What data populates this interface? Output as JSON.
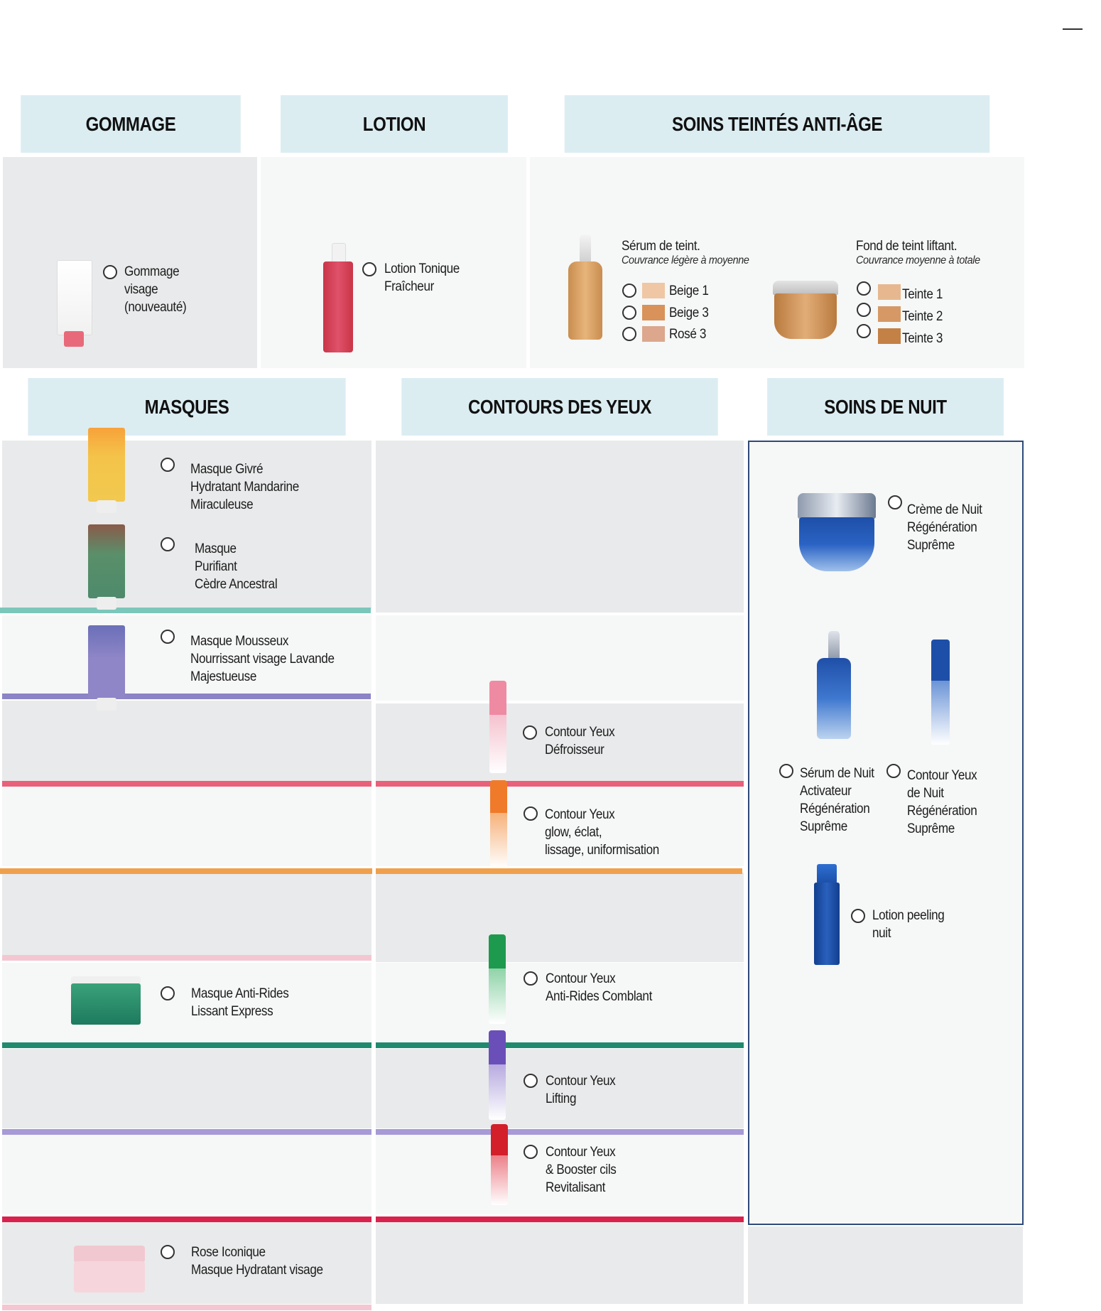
{
  "headers": {
    "gommage": "GOMMAGE",
    "lotion": "LOTION",
    "soins_teintes": "SOINS TEINTÉS ANTI-ÂGE",
    "masques": "MASQUES",
    "contours": "CONTOURS DES YEUX",
    "soins_nuit": "SOINS DE NUIT"
  },
  "gommage": {
    "label": "Gommage\nvisage\n(nouveauté)"
  },
  "lotion": {
    "label": "Lotion Tonique\nFraîcheur"
  },
  "serum_teint": {
    "title": "Sérum de teint.",
    "subtitle": "Couvrance légère à moyenne",
    "shades": [
      {
        "label": "Beige 1",
        "color": "#efc7a4"
      },
      {
        "label": "Beige 3",
        "color": "#d9925a"
      },
      {
        "label": "Rosé 3",
        "color": "#dca78c"
      }
    ]
  },
  "fond_teint": {
    "title": "Fond de teint liftant.",
    "subtitle": "Couvrance moyenne à totale",
    "shades": [
      {
        "label": "Teinte 1",
        "color": "#e7b88f"
      },
      {
        "label": "Teinte 2",
        "color": "#d69965"
      },
      {
        "label": "Teinte 3",
        "color": "#c48145"
      }
    ]
  },
  "masques": [
    {
      "label": "Masque Givré\nHydratant Mandarine\nMiraculeuse"
    },
    {
      "label": "Masque\nPurifiant\nCèdre Ancestral"
    },
    {
      "label": "Masque Mousseux\nNourrissant visage Lavande\nMajestueuse"
    },
    {
      "label": "Masque Anti-Rides\nLissant Express"
    },
    {
      "label": "Rose Iconique\nMasque Hydratant visage"
    }
  ],
  "contours": [
    {
      "label": "Contour Yeux\nDéfroisseur"
    },
    {
      "label": "Contour Yeux\nglow, éclat,\nlissage, uniformisation"
    },
    {
      "label": "Contour Yeux\nAnti-Rides Comblant"
    },
    {
      "label": "Contour Yeux\nLifting"
    },
    {
      "label": "Contour Yeux\n& Booster cils\nRevitalisant"
    }
  ],
  "soins_nuit": [
    {
      "label": "Crème de Nuit\nRégénération\nSuprême"
    },
    {
      "label": "Sérum de Nuit\nActivateur\nRégénération\nSuprême"
    },
    {
      "label": "Contour Yeux\nde Nuit\nRégénération\nSuprême"
    },
    {
      "label": "Lotion peeling\nnuit"
    }
  ],
  "colors": {
    "header_bg": "#dcedf2",
    "teal": "#7cc7bb",
    "lavender": "#8b84c6",
    "coral": "#e8607a",
    "orange": "#f0a04b",
    "pink": "#f4c6d2",
    "green": "#1f8a6e",
    "purple": "#a79ad6",
    "crimson": "#d9214d",
    "night_border": "#2d4a7a"
  }
}
